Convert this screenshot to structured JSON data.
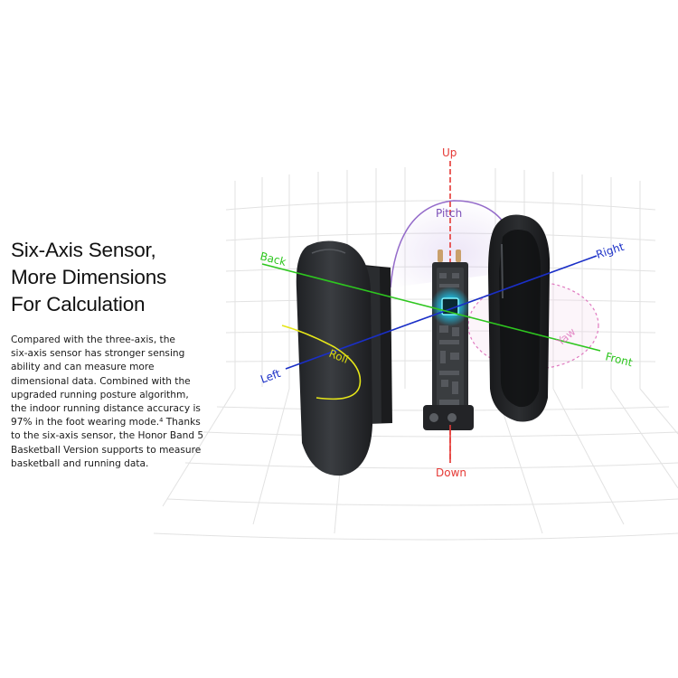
{
  "headline": {
    "line1": "Six-Axis Sensor,",
    "line2": "More Dimensions",
    "line3": "For Calculation"
  },
  "body": {
    "lines": [
      "Compared with the three-axis, the",
      "six-axis sensor has stronger sensing",
      "ability and can measure more",
      "dimensional data. Combined with the",
      "upgraded running posture algorithm,",
      "the indoor running distance accuracy is",
      "97% in the foot wearing mode.⁴  Thanks",
      "to the six-axis sensor, the Honor Band 5",
      "Basketball Version supports to measure",
      "basketball and running data."
    ]
  },
  "axes": {
    "up": "Up",
    "down": "Down",
    "left": "Left",
    "right": "Right",
    "back": "Back",
    "front": "Front",
    "pitch": "Pitch",
    "roll": "Roll",
    "yaw": "Yaw"
  },
  "colors": {
    "vertical_axis": "#e53935",
    "lateral_axis": "#1a2fc7",
    "longitudinal_axis": "#2ec61f",
    "pitch_arc": "#8a5cc4",
    "roll_arc": "#e6e619",
    "yaw_arc": "#e07ac0",
    "chip_glow": "#19c8f0",
    "device_body": "#2b2d30"
  }
}
